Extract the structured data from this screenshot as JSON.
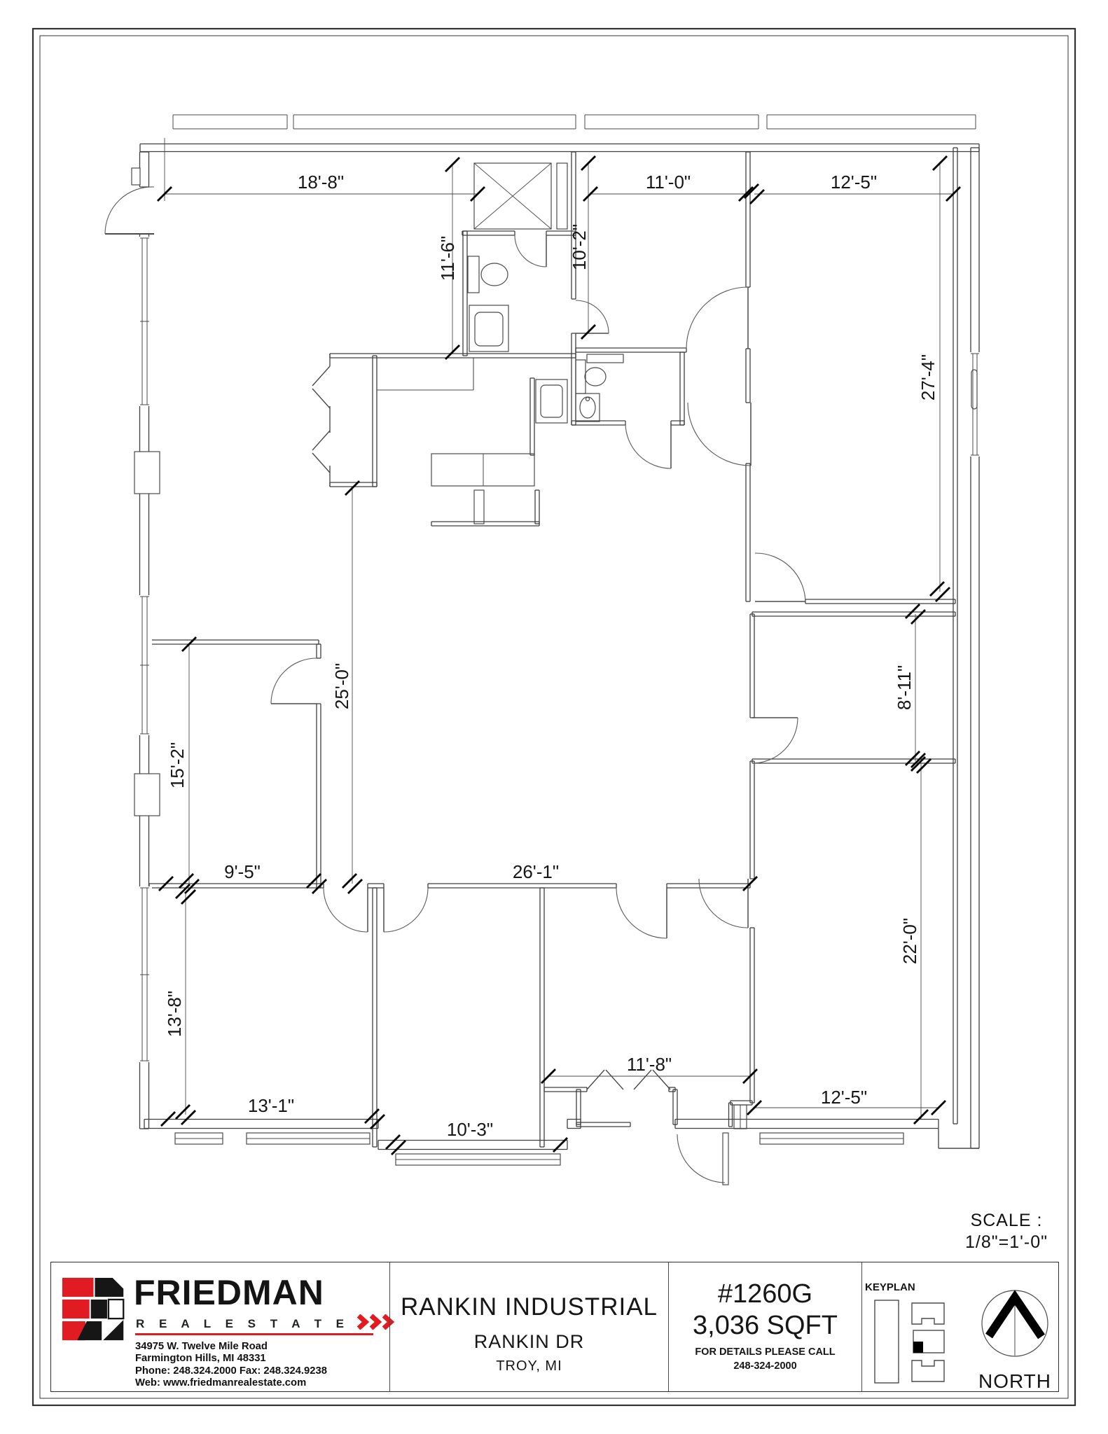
{
  "sheet": {
    "scale_label": "SCALE :",
    "scale_value": "1/8\"=1'-0\""
  },
  "footer": {
    "brand": {
      "name": "FRIEDMAN",
      "tagline": "R E A L  E S T A T E",
      "accent_color": "#e11b22",
      "address_lines": [
        "34975 W. Twelve Mile Road",
        "Farmington Hills, MI 48331",
        "Phone: 248.324.2000  Fax: 248.324.9238",
        "Web: www.friedmanrealestate.com"
      ]
    },
    "property": {
      "title": "RANKIN INDUSTRIAL",
      "street": "RANKIN DR",
      "city": "TROY, MI"
    },
    "unit": {
      "number": "#1260G",
      "area": "3,036 SQFT",
      "call_line1": "FOR DETAILS PLEASE CALL",
      "call_line2": "248-324-2000"
    },
    "keyplan_label": "KEYPLAN",
    "north_label": "NORTH"
  },
  "plan": {
    "dim_font": 26,
    "wall_color": "#3f3f3f",
    "line_color": "#4a4a4a",
    "text_color": "#161616",
    "borders": [
      [
        47,
        41,
        1488,
        1966,
        2.2
      ],
      [
        57,
        51,
        1468,
        1946,
        1
      ]
    ],
    "walls": [
      [
        200,
        211,
        1398,
        211,
        11
      ],
      [
        206,
        217,
        206,
        267,
        13
      ],
      [
        206,
        334,
        206,
        1612,
        13
      ],
      [
        1392,
        211,
        1392,
        505,
        12
      ],
      [
        1392,
        650,
        1392,
        1640,
        12
      ],
      [
        206,
        1605,
        540,
        1605,
        13
      ],
      [
        540,
        1635,
        810,
        1635,
        13
      ],
      [
        810,
        1605,
        829,
        1605,
        13
      ],
      [
        964,
        1605,
        1340,
        1605,
        13
      ],
      [
        819,
        217,
        819,
        427,
        6
      ],
      [
        819,
        476,
        819,
        607,
        6
      ],
      [
        664,
        330,
        664,
        508,
        6
      ],
      [
        660,
        333,
        735,
        333,
        6
      ],
      [
        780,
        333,
        822,
        333,
        6
      ],
      [
        471,
        508,
        822,
        508,
        6
      ],
      [
        535,
        508,
        535,
        695,
        6
      ],
      [
        471,
        692,
        538,
        692,
        6
      ],
      [
        760,
        540,
        760,
        650,
        6
      ],
      [
        616,
        748,
        770,
        748,
        6
      ],
      [
        767,
        700,
        767,
        748,
        6
      ],
      [
        822,
        500,
        980,
        500,
        6
      ],
      [
        974,
        503,
        974,
        607,
        6
      ],
      [
        816,
        604,
        893,
        604,
        6
      ],
      [
        958,
        604,
        977,
        604,
        6
      ],
      [
        1068,
        217,
        1068,
        410,
        6
      ],
      [
        1068,
        498,
        1068,
        575,
        6
      ],
      [
        1068,
        662,
        1068,
        859,
        6
      ],
      [
        1150,
        859,
        1364,
        859,
        6
      ],
      [
        1074,
        877,
        1364,
        877,
        6
      ],
      [
        1074,
        877,
        1074,
        1025,
        6
      ],
      [
        1074,
        1087,
        1364,
        1087,
        6
      ],
      [
        1074,
        1087,
        1074,
        1255,
        6
      ],
      [
        1074,
        1325,
        1074,
        1575,
        6
      ],
      [
        1364,
        211,
        1364,
        1605,
        6
      ],
      [
        774,
        1268,
        774,
        1638,
        6
      ],
      [
        535,
        1268,
        535,
        1638,
        6
      ],
      [
        455,
        920,
        455,
        940,
        6
      ],
      [
        455,
        1005,
        455,
        1268,
        6
      ],
      [
        213,
        917,
        455,
        917,
        6
      ],
      [
        213,
        1265,
        462,
        1265,
        6
      ],
      [
        525,
        1265,
        548,
        1265,
        6
      ],
      [
        611,
        1265,
        880,
        1265,
        6
      ],
      [
        952,
        1265,
        1071,
        1265,
        6
      ],
      [
        826,
        1556,
        826,
        1606,
        6
      ],
      [
        964,
        1556,
        964,
        1606,
        6
      ],
      [
        823,
        1606,
        900,
        1606,
        6
      ],
      [
        777,
        1556,
        838,
        1556,
        6
      ],
      [
        955,
        1556,
        964,
        1556,
        6
      ],
      [
        1043,
        1575,
        1074,
        1575,
        6
      ],
      [
        1043,
        1575,
        1043,
        1609,
        5
      ]
    ],
    "masks": [
      [
        196,
        338,
        21,
        242
      ],
      [
        196,
        850,
        21,
        200
      ],
      [
        196,
        1266,
        21,
        251
      ],
      [
        1384,
        503,
        21,
        149
      ]
    ],
    "lines": [
      [
        247,
        164,
        410,
        164,
        1
      ],
      [
        419,
        164,
        822,
        164,
        1
      ],
      [
        835,
        164,
        1083,
        164,
        1
      ],
      [
        1095,
        164,
        1393,
        164,
        1
      ],
      [
        247,
        184,
        410,
        184,
        1
      ],
      [
        419,
        184,
        822,
        184,
        1
      ],
      [
        835,
        184,
        1083,
        184,
        1
      ],
      [
        1095,
        184,
        1393,
        184,
        1
      ],
      [
        247,
        164,
        247,
        184,
        1
      ],
      [
        410,
        164,
        410,
        184,
        1
      ],
      [
        419,
        164,
        419,
        184,
        1
      ],
      [
        822,
        164,
        822,
        184,
        1
      ],
      [
        835,
        164,
        835,
        184,
        1
      ],
      [
        1083,
        164,
        1083,
        184,
        1
      ],
      [
        1095,
        164,
        1095,
        184,
        1
      ],
      [
        1393,
        164,
        1393,
        184,
        1
      ],
      [
        538,
        557,
        676,
        557,
        1.1
      ],
      [
        676,
        511,
        676,
        557,
        1.1
      ],
      [
        471,
        505,
        471,
        523,
        1.4
      ],
      [
        471,
        580,
        471,
        618,
        1.4
      ],
      [
        471,
        665,
        471,
        695,
        1.4
      ],
      [
        1340,
        1612,
        1340,
        1640,
        1.4
      ],
      [
        1340,
        1640,
        1398,
        1640,
        1.4
      ],
      [
        677,
        233,
        787,
        327,
        0.9
      ],
      [
        787,
        233,
        677,
        327,
        0.9
      ],
      [
        690,
        648,
        690,
        694,
        1
      ],
      [
        150,
        334,
        220,
        334,
        2
      ],
      [
        780,
        336,
        780,
        381,
        1.5
      ],
      [
        822,
        476,
        869,
        476,
        1.5
      ],
      [
        958,
        604,
        958,
        669,
        1.5
      ],
      [
        1068,
        410,
        1068,
        498,
        1.5
      ],
      [
        1072,
        575,
        1072,
        665,
        1.5
      ],
      [
        1078,
        859,
        1150,
        859,
        1.5
      ],
      [
        1074,
        1025,
        1139,
        1025,
        1.5
      ],
      [
        1068,
        1255,
        1068,
        1325,
        1.5
      ],
      [
        525,
        1268,
        525,
        1331,
        1.5
      ],
      [
        548,
        1268,
        548,
        1331,
        1.5
      ],
      [
        952,
        1268,
        952,
        1340,
        1.5
      ],
      [
        387,
        1005,
        452,
        1005,
        1.5
      ],
      [
        471,
        523,
        446,
        551,
        1.4
      ],
      [
        446,
        555,
        471,
        583,
        1.4
      ],
      [
        471,
        615,
        446,
        643,
        1.4
      ],
      [
        446,
        647,
        471,
        675,
        1.4
      ],
      [
        838,
        1556,
        863,
        1528,
        1.4
      ],
      [
        865,
        1528,
        890,
        1556,
        1.4
      ],
      [
        905,
        1556,
        930,
        1528,
        1.4
      ],
      [
        932,
        1528,
        957,
        1556,
        1.4
      ],
      [
        203,
        340,
        203,
        578,
        1
      ],
      [
        210,
        340,
        210,
        578,
        1
      ],
      [
        200,
        340,
        213,
        340,
        1
      ],
      [
        200,
        578,
        213,
        578,
        1
      ],
      [
        200,
        459,
        213,
        459,
        1
      ],
      [
        203,
        852,
        203,
        1048,
        1
      ],
      [
        210,
        852,
        210,
        1048,
        1
      ],
      [
        200,
        852,
        213,
        852,
        1
      ],
      [
        200,
        1048,
        213,
        1048,
        1
      ],
      [
        200,
        950,
        213,
        950,
        1
      ],
      [
        203,
        1268,
        203,
        1515,
        1
      ],
      [
        210,
        1268,
        210,
        1515,
        1
      ],
      [
        200,
        1268,
        213,
        1268,
        1
      ],
      [
        200,
        1515,
        213,
        1515,
        1
      ],
      [
        200,
        1392,
        213,
        1392,
        1
      ],
      [
        1389,
        505,
        1389,
        650,
        1
      ],
      [
        1395,
        505,
        1395,
        650,
        1
      ],
      [
        1386,
        505,
        1398,
        505,
        1
      ],
      [
        1386,
        650,
        1398,
        650,
        1
      ],
      [
        250,
        1626,
        318,
        1626,
        1
      ],
      [
        352,
        1626,
        528,
        1626,
        1
      ],
      [
        565,
        1656,
        800,
        1656,
        1
      ],
      [
        1085,
        1626,
        1290,
        1626,
        1
      ],
      [
        1057,
        1578,
        1057,
        1612,
        1
      ],
      [
        235,
        197,
        235,
        287,
        0.9
      ],
      [
        235,
        277,
        682,
        277,
        0.9
      ],
      [
        843,
        277,
        1065,
        277,
        0.9
      ],
      [
        1077,
        277,
        1361,
        277,
        0.9
      ],
      [
        646,
        235,
        646,
        503,
        0.9
      ],
      [
        840,
        233,
        840,
        474,
        0.9
      ],
      [
        1342,
        233,
        1342,
        845,
        0.9
      ],
      [
        1307,
        877,
        1307,
        1087,
        0.9
      ],
      [
        1315,
        1090,
        1315,
        1598,
        0.9
      ],
      [
        503,
        697,
        503,
        1262,
        0.9
      ],
      [
        270,
        920,
        270,
        1262,
        0.9
      ],
      [
        265,
        1277,
        265,
        1592,
        0.9
      ],
      [
        783,
        1537,
        1071,
        1537,
        0.9
      ],
      [
        1077,
        1582,
        1340,
        1582,
        0.9
      ]
    ],
    "rects": [
      [
        677,
        233,
        110,
        94
      ],
      [
        795,
        233,
        15,
        94
      ],
      [
        668,
        366,
        16,
        52
      ],
      [
        670,
        436,
        56,
        66
      ],
      [
        678,
        446,
        40,
        48,
        8
      ],
      [
        822,
        514,
        14,
        48
      ],
      [
        822,
        562,
        34,
        40
      ],
      [
        838,
        506,
        52,
        12
      ],
      [
        765,
        542,
        45,
        62
      ],
      [
        772,
        550,
        31,
        46,
        6
      ],
      [
        616,
        648,
        147,
        46
      ],
      [
        677,
        700,
        14,
        48
      ],
      [
        192,
        645,
        36,
        60,
        0,
        1
      ],
      [
        192,
        1105,
        36,
        60,
        0,
        1
      ],
      [
        188,
        240,
        12,
        24,
        0,
        1
      ],
      [
        1048,
        1578,
        18,
        34
      ],
      [
        1032,
        1618,
        8,
        74
      ],
      [
        1387,
        528,
        8,
        56,
        4
      ],
      [
        250,
        1618,
        68,
        16
      ],
      [
        352,
        1618,
        176,
        16
      ],
      [
        565,
        1648,
        235,
        16
      ],
      [
        1085,
        1618,
        205,
        16
      ]
    ],
    "ellipses": [
      [
        706,
        392,
        19,
        16
      ],
      [
        850,
        538,
        15,
        13
      ],
      [
        839,
        582,
        11,
        15
      ],
      [
        839,
        570,
        2.5,
        2.5
      ]
    ],
    "arcs": [
      [
        220,
        267,
        150,
        334,
        67,
        0
      ],
      [
        735,
        336,
        780,
        381,
        45,
        0
      ],
      [
        822,
        429,
        869,
        476,
        47,
        1
      ],
      [
        893,
        604,
        958,
        669,
        65,
        0
      ],
      [
        1068,
        410,
        980,
        498,
        88,
        0
      ],
      [
        982,
        575,
        1072,
        665,
        90,
        0
      ],
      [
        1078,
        790,
        1150,
        861,
        71,
        1
      ],
      [
        1074,
        1090,
        1139,
        1025,
        65,
        0
      ],
      [
        1068,
        1325,
        998,
        1255,
        70,
        1
      ],
      [
        462,
        1268,
        525,
        1331,
        63,
        0
      ],
      [
        548,
        1331,
        611,
        1268,
        63,
        0
      ],
      [
        880,
        1268,
        952,
        1340,
        72,
        0
      ],
      [
        452,
        940,
        387,
        1005,
        65,
        0
      ],
      [
        967,
        1620,
        1035,
        1689,
        69,
        0
      ]
    ],
    "ticks": [
      [
        235,
        277
      ],
      [
        682,
        277
      ],
      [
        843,
        277
      ],
      [
        1065,
        277
      ],
      [
        1077,
        277,
        1
      ],
      [
        1361,
        277
      ],
      [
        646,
        235
      ],
      [
        646,
        503
      ],
      [
        840,
        233
      ],
      [
        840,
        474
      ],
      [
        1342,
        233
      ],
      [
        1342,
        845,
        1
      ],
      [
        1307,
        877,
        1
      ],
      [
        1307,
        1087,
        1
      ],
      [
        1315,
        1090,
        1
      ],
      [
        1315,
        1595
      ],
      [
        503,
        697
      ],
      [
        503,
        1262,
        1
      ],
      [
        270,
        920
      ],
      [
        270,
        1262,
        1
      ],
      [
        265,
        1277,
        1
      ],
      [
        265,
        1592,
        1
      ],
      [
        237,
        1262
      ],
      [
        452,
        1262,
        1
      ],
      [
        1071,
        1262
      ],
      [
        240,
        1598
      ],
      [
        535,
        1598,
        1
      ],
      [
        565,
        1635,
        1
      ],
      [
        800,
        1635
      ],
      [
        783,
        1537
      ],
      [
        1071,
        1537
      ],
      [
        1077,
        1582
      ],
      [
        1340,
        1582
      ]
    ],
    "texts": [
      [
        "18'-8\"",
        458,
        269,
        0
      ],
      [
        "11'-0\"",
        954,
        269,
        0
      ],
      [
        "12'-5\"",
        1219,
        269,
        0
      ],
      [
        "11'-6\"",
        648,
        369,
        1
      ],
      [
        "10'-2\"",
        836,
        353,
        1
      ],
      [
        "27'-4\"",
        1334,
        539,
        1
      ],
      [
        "8'-11\"",
        1300,
        982,
        1
      ],
      [
        "22'-0\"",
        1308,
        1344,
        1
      ],
      [
        "25'-0\"",
        497,
        980,
        1
      ],
      [
        "15'-2\"",
        262,
        1093,
        1
      ],
      [
        "13'-8\"",
        258,
        1448,
        1
      ],
      [
        "9'-5\"",
        346,
        1254,
        0
      ],
      [
        "26'-1\"",
        765,
        1254,
        0
      ],
      [
        "13'-1\"",
        387,
        1588,
        0
      ],
      [
        "10'-3\"",
        671,
        1622,
        0
      ],
      [
        "11'-8\"",
        927,
        1529,
        0
      ],
      [
        "12'-5\"",
        1205,
        1576,
        0
      ]
    ]
  }
}
